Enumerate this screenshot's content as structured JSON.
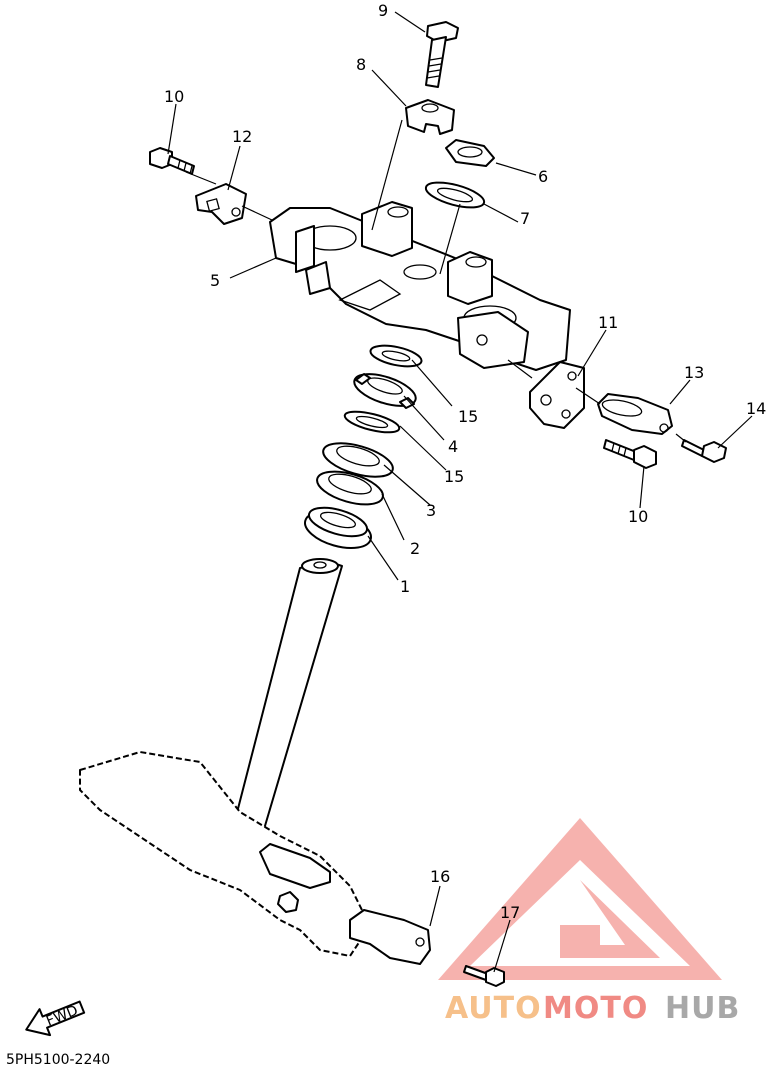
{
  "diagram": {
    "code": "5PH5100-2240",
    "fwd_label": "FWD",
    "watermark": {
      "part1": "AUTO",
      "part2": "MOTO",
      "part3": "HUB"
    },
    "callouts": {
      "c1": "1",
      "c2": "2",
      "c3": "3",
      "c4": "4",
      "c5": "5",
      "c6": "6",
      "c7": "7",
      "c8": "8",
      "c9": "9",
      "c10a": "10",
      "c10b": "10",
      "c11": "11",
      "c12": "12",
      "c13": "13",
      "c14": "14",
      "c15a": "15",
      "c15b": "15",
      "c16": "16",
      "c17": "17"
    },
    "colors": {
      "line": "#000000",
      "logo_red": "#f08a84",
      "logo_orange": "#f6c08a",
      "logo_gray": "#a8a8a8"
    }
  }
}
